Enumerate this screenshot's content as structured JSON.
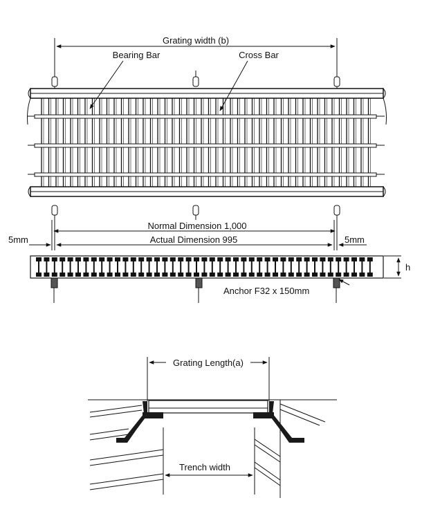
{
  "top_view": {
    "width_label": "Grating width (b)",
    "bearing_bar_label": "Bearing Bar",
    "cross_bar_label": "Cross Bar"
  },
  "section_view": {
    "normal_dimension_label": "Normal Dimension 1,000",
    "actual_dimension_label": "Actual Dimension 995",
    "left_gap_label": "5mm",
    "right_gap_label": "5mm",
    "height_label": "h",
    "anchor_label": "Anchor F32 x 150mm"
  },
  "trench_view": {
    "length_label": "Grating Length(a)",
    "trench_width_label": "Trench width"
  }
}
